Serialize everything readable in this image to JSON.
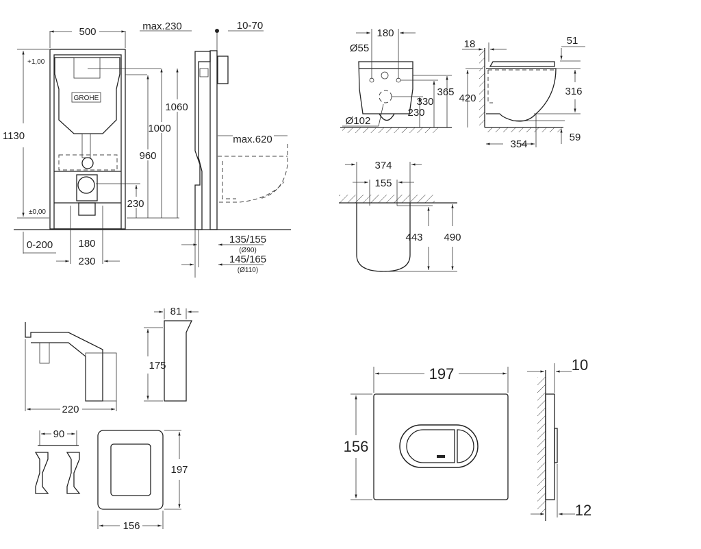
{
  "frame_front": {
    "width": "500",
    "max_depth": "max.230",
    "wall_gap": "10-70",
    "total_height": "1130",
    "level_top": "+1,00",
    "level_zero": "±0,00",
    "h1060": "1060",
    "h1000": "1000",
    "h960": "960",
    "h230": "230",
    "max620": "max.620",
    "floor_range": "0-200",
    "spacing180": "180",
    "spacing230": "230",
    "d135": "135/155",
    "d90": "(Ø90)",
    "d145": "145/165",
    "d110": "(Ø110)",
    "logo": "GROHE"
  },
  "bowl_back": {
    "spacing": "180",
    "dia55": "Ø55",
    "h365": "365",
    "h330": "330",
    "h230": "230",
    "dia102": "Ø102"
  },
  "bowl_side": {
    "wall": "18",
    "seat": "51",
    "height": "420",
    "body": "316",
    "length": "354",
    "bottom": "59"
  },
  "bowl_top": {
    "width": "374",
    "inner": "155",
    "inner_len": "443",
    "length": "490"
  },
  "accessories": {
    "holder_w": "81",
    "holder_h": "175",
    "bracket_len": "220",
    "clip_w": "90",
    "frame_h": "197",
    "frame_w": "156"
  },
  "flush_plate": {
    "width": "197",
    "height": "156",
    "thickness": "10",
    "depth": "12"
  }
}
